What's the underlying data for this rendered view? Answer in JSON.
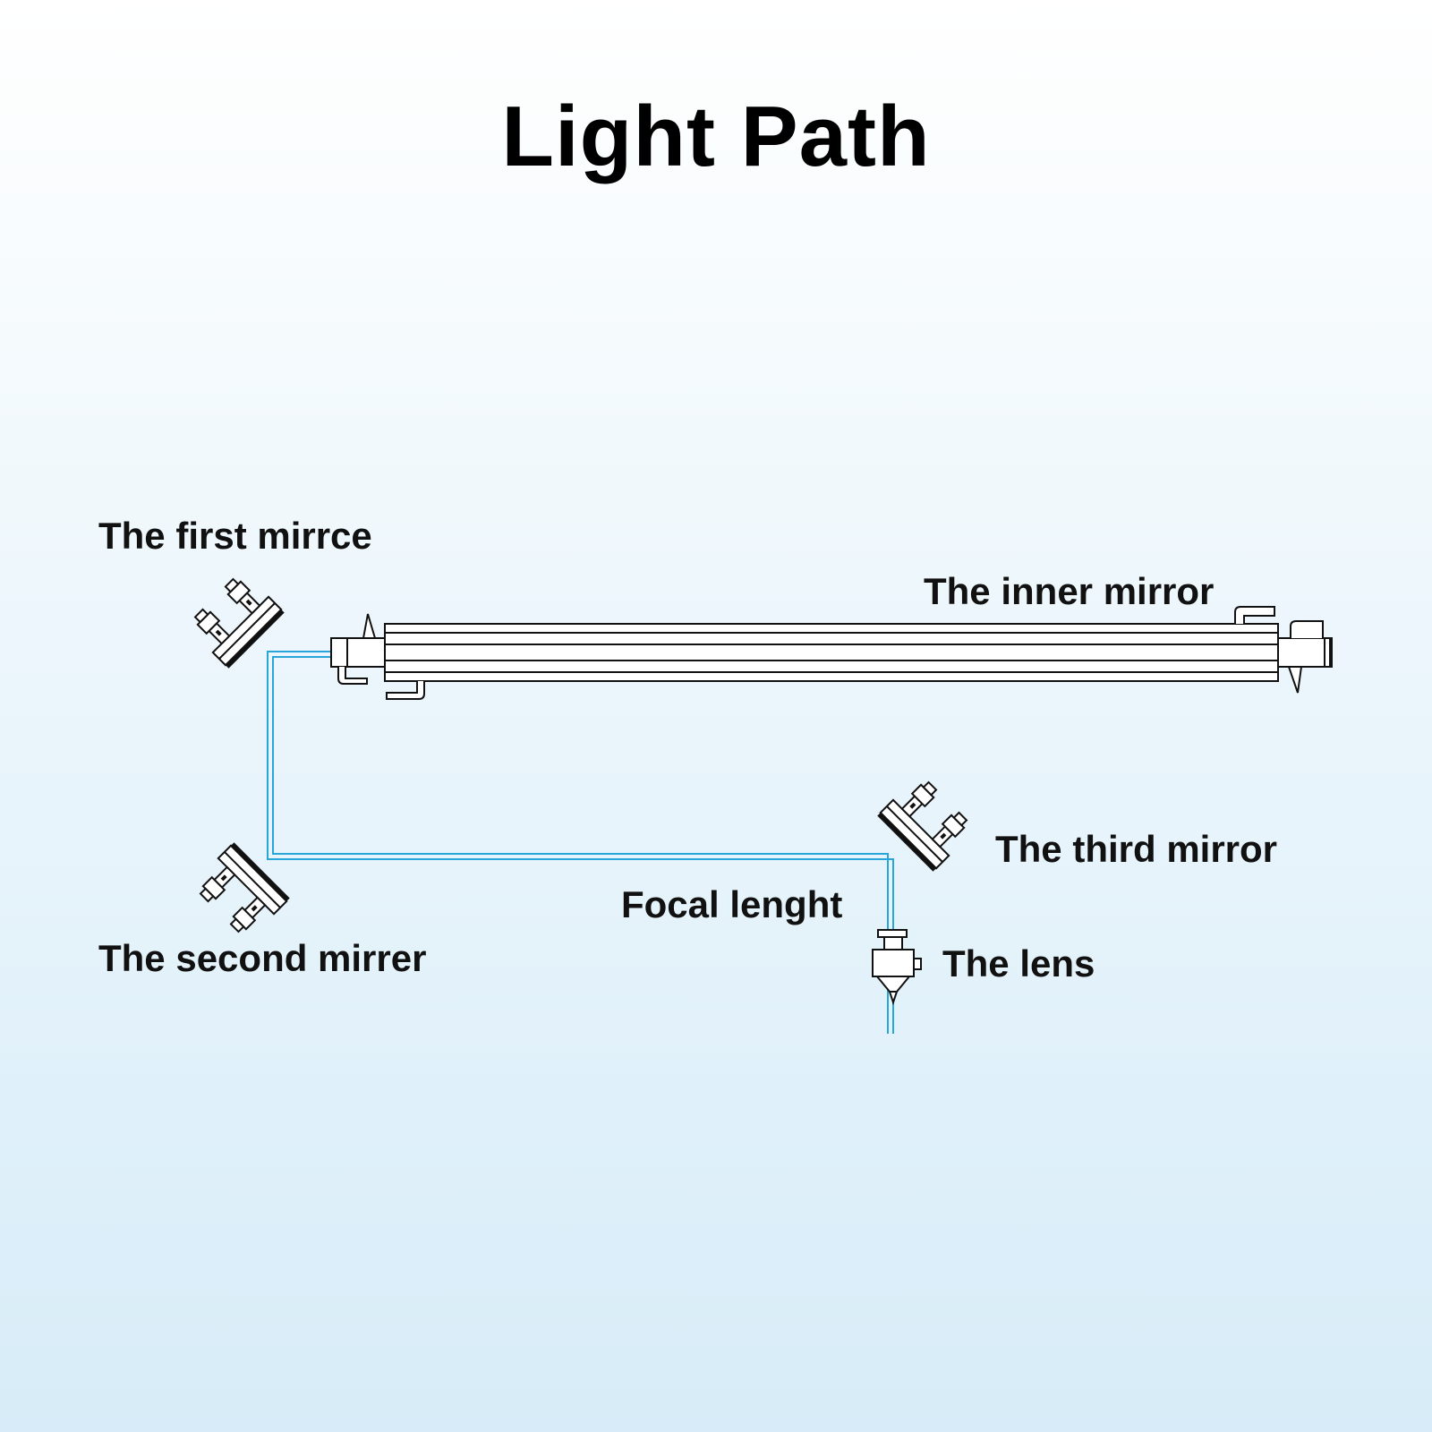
{
  "title": "Light Path",
  "labels": {
    "first_mirror": "The first mirrce",
    "inner_mirror": "The inner mirror",
    "second_mirror": "The second mirrer",
    "third_mirror": "The third mirror",
    "focal_length": "Focal lenght",
    "lens": "The lens"
  },
  "colors": {
    "beam": "#29a6d9",
    "outline": "#111111",
    "fill": "#ffffff"
  }
}
